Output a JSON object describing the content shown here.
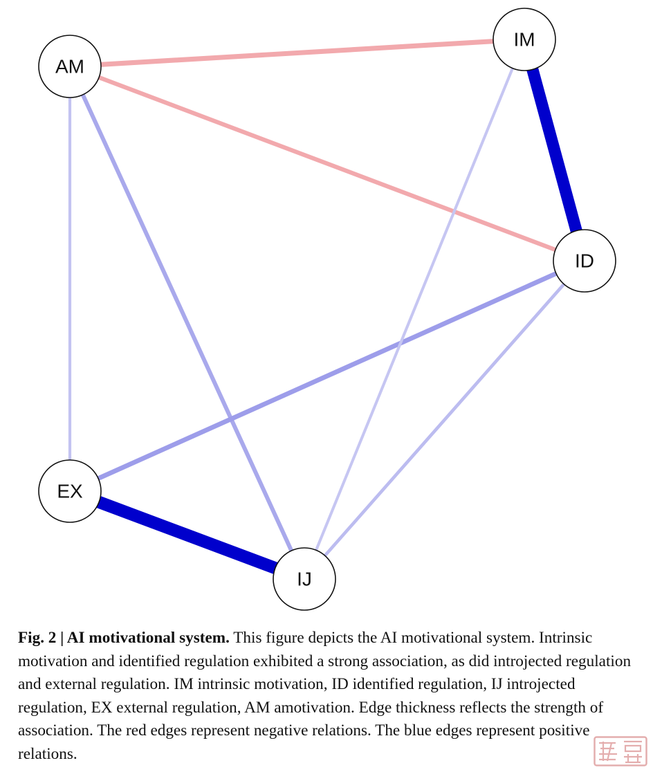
{
  "diagram": {
    "type": "network",
    "nodes": [
      {
        "id": "AM",
        "label": "AM"
      },
      {
        "id": "IM",
        "label": "IM"
      },
      {
        "id": "ID",
        "label": "ID"
      },
      {
        "id": "EX",
        "label": "EX"
      },
      {
        "id": "IJ",
        "label": "IJ"
      }
    ],
    "edges": [
      {
        "from": "IM",
        "to": "ID",
        "sign": "positive",
        "strength": 0.95
      },
      {
        "from": "EX",
        "to": "IJ",
        "sign": "positive",
        "strength": 1.0
      },
      {
        "from": "AM",
        "to": "IM",
        "sign": "negative",
        "strength": 0.32
      },
      {
        "from": "AM",
        "to": "ID",
        "sign": "negative",
        "strength": 0.26
      },
      {
        "from": "AM",
        "to": "IJ",
        "sign": "positive",
        "strength": 0.25
      },
      {
        "from": "AM",
        "to": "EX",
        "sign": "positive",
        "strength": 0.14
      },
      {
        "from": "ID",
        "to": "EX",
        "sign": "positive",
        "strength": 0.3
      },
      {
        "from": "IM",
        "to": "IJ",
        "sign": "positive",
        "strength": 0.13
      },
      {
        "from": "ID",
        "to": "IJ",
        "sign": "positive",
        "strength": 0.17
      }
    ],
    "colors": {
      "positive_strong": "#0000cc",
      "positive_weak": "#c8c8f2",
      "negative": "#f2a9ad",
      "node_fill": "#ffffff",
      "node_stroke": "#111111"
    }
  },
  "caption": {
    "lead": "Fig. 2 | AI motivational system.",
    "body": " This figure depicts the AI motivational system. Intrinsic motivation and identified regulation exhibited a strong association, as did introjected regulation and external regulation. IM intrinsic motivation, ID identified regulation, IJ introjected regulation, EX external regulation, AM amotivation. Edge thickness reflects the strength of association. The red edges represent negative relations. The blue edges represent positive relations."
  },
  "watermark": {
    "icon": "stamp-seal-icon",
    "color": "#e0a0a0"
  }
}
